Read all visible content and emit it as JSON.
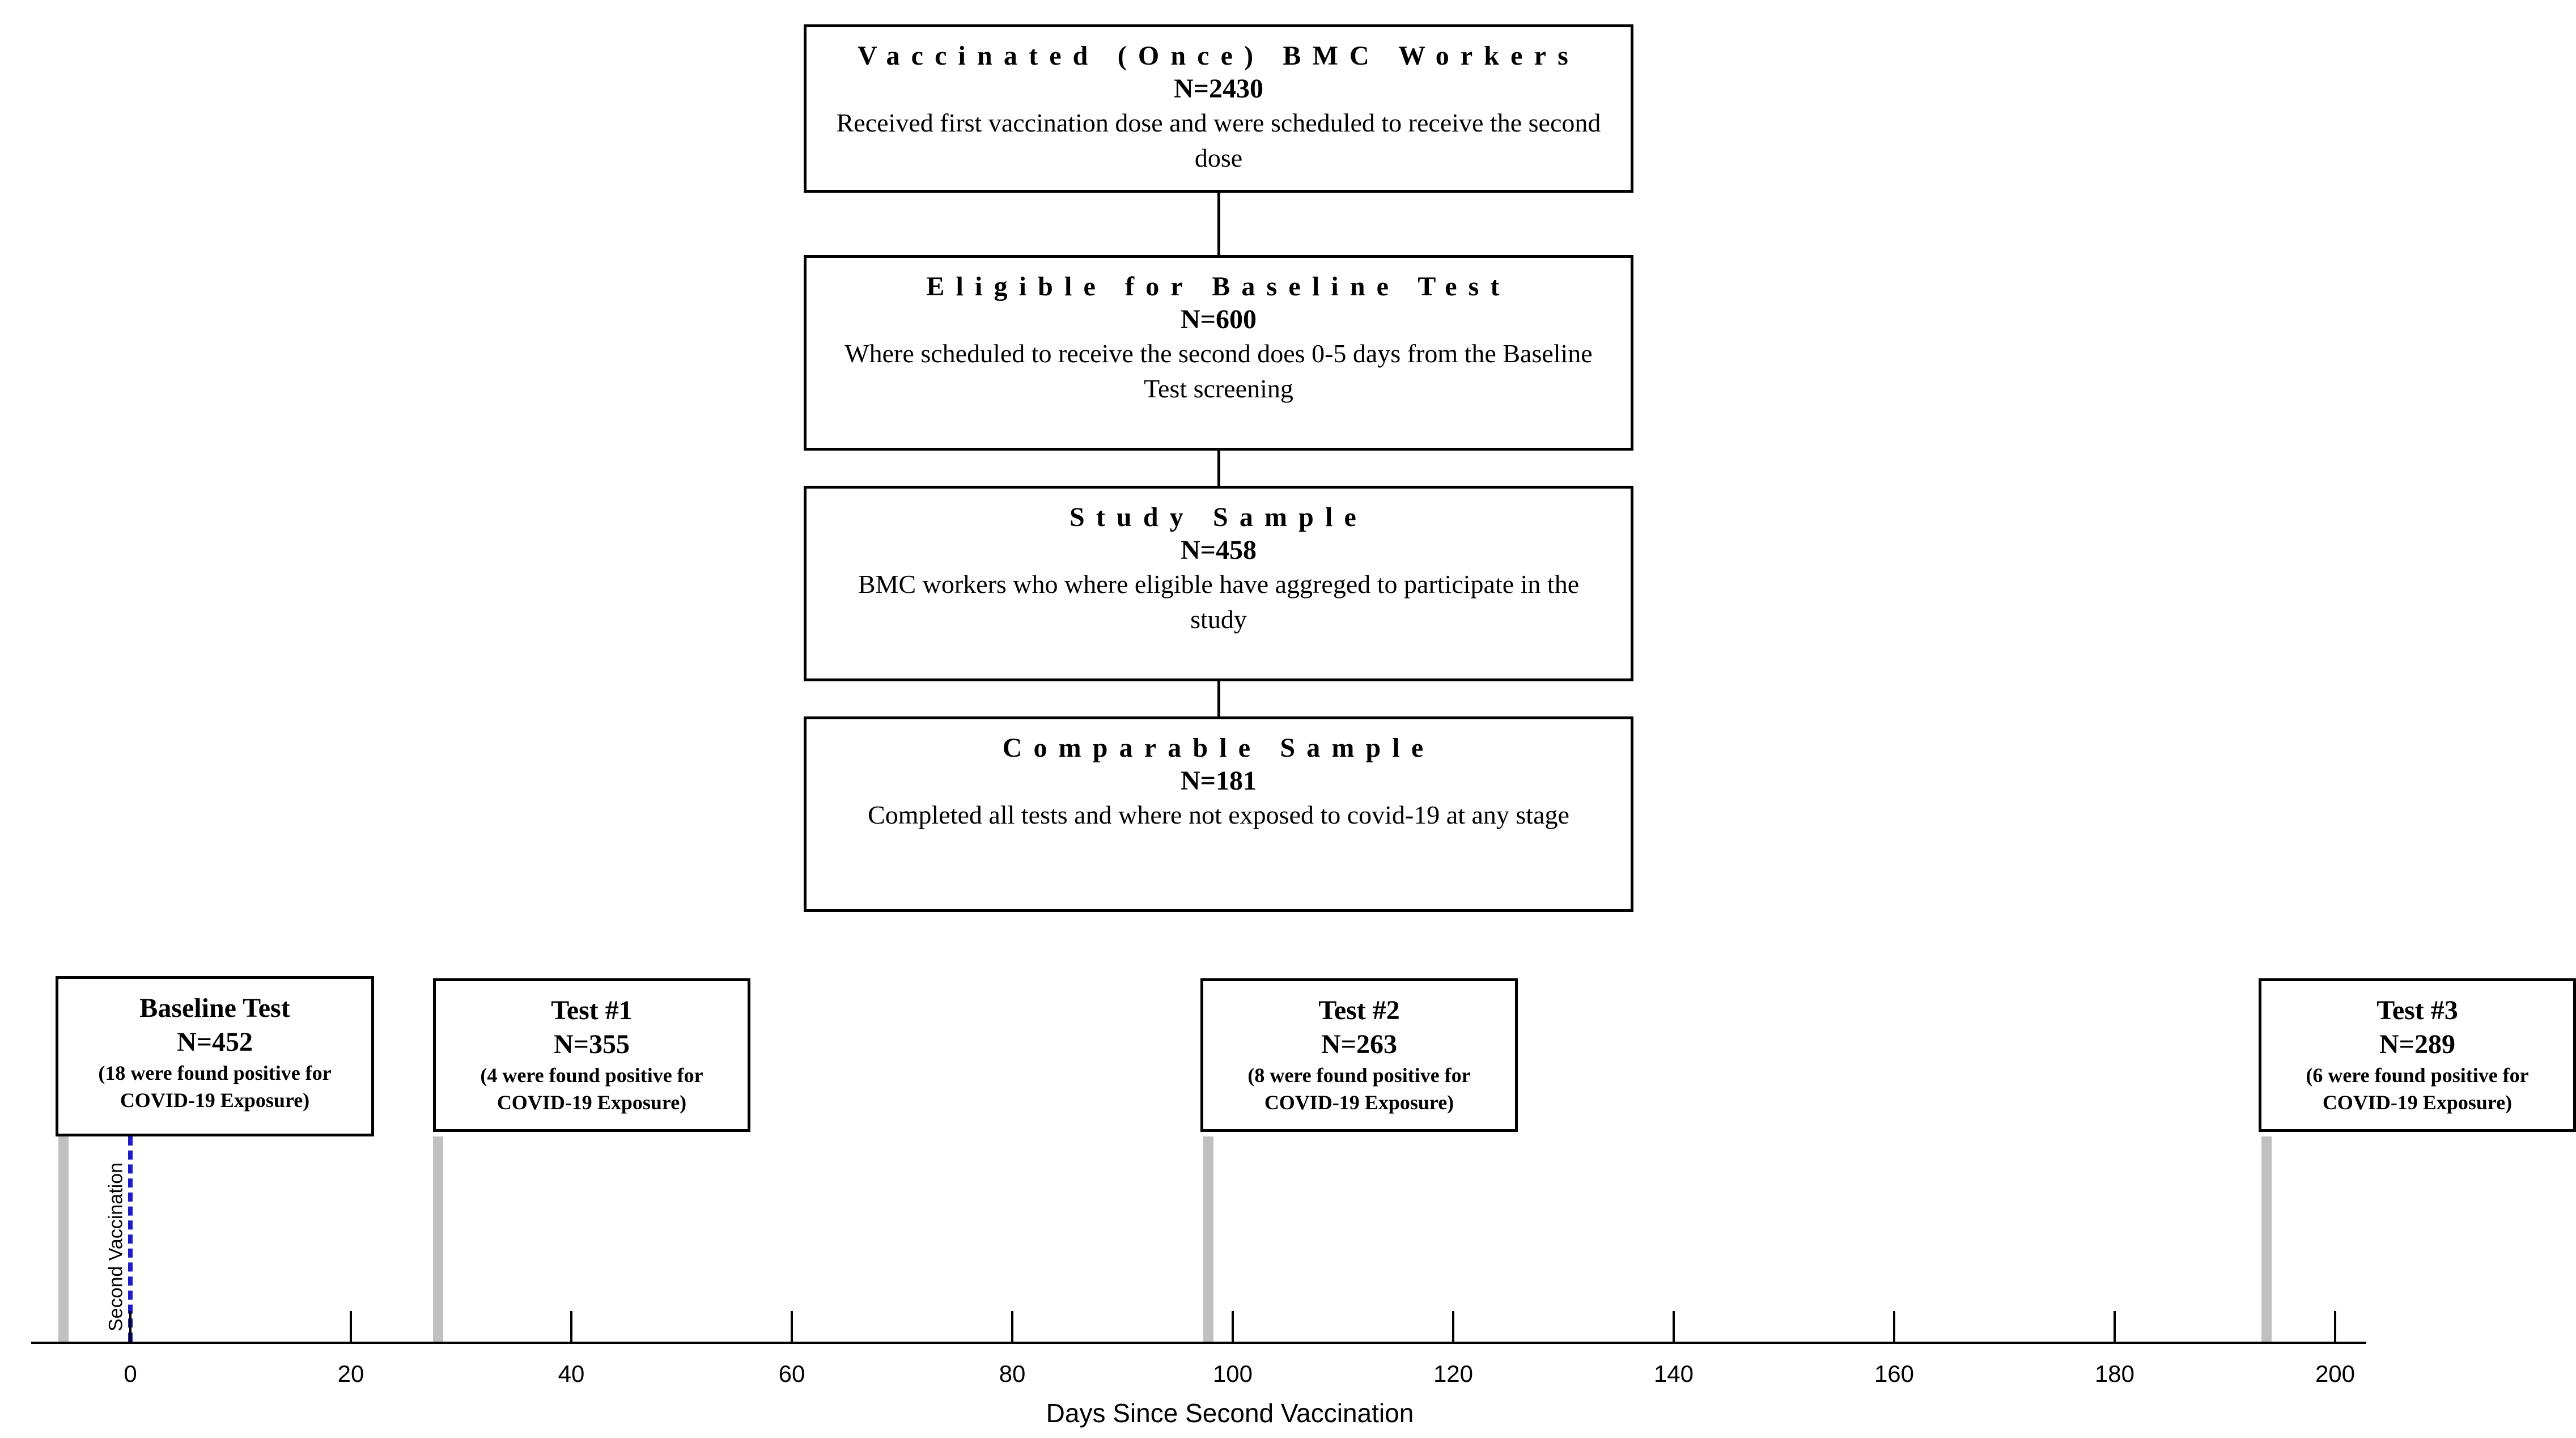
{
  "flow": [
    {
      "title": "Vaccinated (Once) BMC Workers",
      "n": "N=2430",
      "desc": "Received first vaccination dose and were scheduled to receive the second dose"
    },
    {
      "title": "Eligible for Baseline Test",
      "n": "N=600",
      "desc": "Where scheduled to receive the second does 0-5 days from the Baseline Test screening"
    },
    {
      "title": "Study Sample",
      "n": "N=458",
      "desc": "BMC workers who where eligible have aggreged to participate in the study"
    },
    {
      "title": "Comparable Sample",
      "n": "N=181",
      "desc": "Completed all tests and where not exposed to covid-19 at any stage"
    }
  ],
  "tests": [
    {
      "title": "Baseline Test",
      "n": "N=452",
      "note": "(18 were found positive for COVID-19 Exposure)",
      "day": -6
    },
    {
      "title": "Test #1",
      "n": "N=355",
      "note": "(4 were found positive for COVID-19 Exposure)",
      "day": 28
    },
    {
      "title": "Test #2",
      "n": "N=263",
      "note": "(8 were found positive for COVID-19 Exposure)",
      "day": 98
    },
    {
      "title": "Test #3",
      "n": "N=289",
      "note": "(6 were found positive for COVID-19 Exposure)",
      "day": 194
    }
  ],
  "timeline": {
    "axis_title": "Days Since Second Vaccination",
    "ticks": [
      "0",
      "20",
      "40",
      "60",
      "80",
      "100",
      "120",
      "140",
      "160",
      "180",
      "200"
    ],
    "marker_label": "Second Vaccination",
    "marker_day": 0
  },
  "colors": {
    "test_bar": "#c0c0c0",
    "vaccination_marker": "#1c1cc8"
  }
}
